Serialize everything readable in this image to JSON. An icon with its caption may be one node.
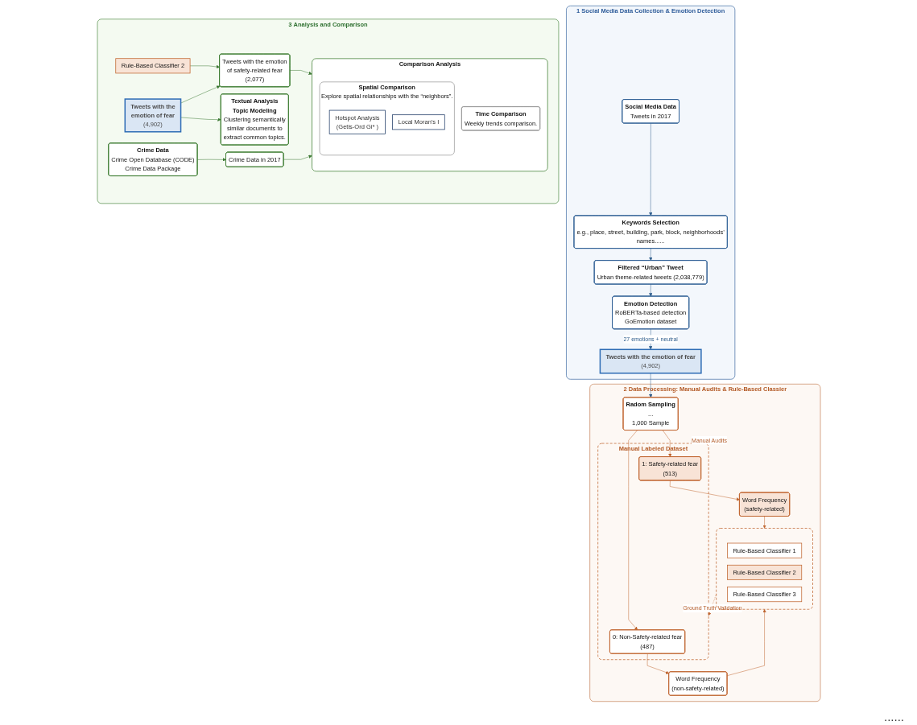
{
  "diagram": {
    "nodes": [
      {
        "text": [
          "1",
          "Social Media Data Collection & Emotion Detection"
        ]
      },
      {
        "text": [
          "Social Media Data",
          "Tweets in 2017"
        ],
        "in": 0
      },
      {
        "text": [
          "Keywords Selection",
          "e.g., place, street, building, park, block, neighborhoods’ names......"
        ],
        "in": 0
      },
      {
        "text": [
          "Filtered “Urban” Tweet",
          "Urban theme-related tweets (2,038,779)"
        ],
        "in": 0
      },
      {
        "text": [
          "Emotion Detection",
          "RoBERTa-based detection",
          "GoEmotion dataset"
        ],
        "in": 0
      },
      {
        "text": [
          "Tweets with the emotion of fear",
          "(4,902)"
        ],
        "in": 0
      },
      {
        "text": [
          "2",
          "Data Processing: Manual Audits & Rule-Based Classier"
        ]
      },
      {
        "text": [
          "Radom Sampling",
          "...",
          "1,000 Sample"
        ],
        "in": 6
      },
      {
        "text": [
          "Manual Labeled Dataset"
        ],
        "in": 6
      },
      {
        "text": [
          "1: Safety-related fear",
          "(513)"
        ],
        "in": 8
      },
      {
        "text": [
          "0: Non-Safety-related fear",
          "(487)"
        ],
        "in": 8
      },
      {
        "text": [
          "Word Frequency",
          "(safety-related)"
        ],
        "in": 6
      },
      {
        "text": [
          "Word Frequency",
          "(non-safety-related)"
        ],
        "in": 6
      },
      {
        "text": [],
        "shape": "box",
        "in": 6
      },
      {
        "text": [
          "Rule-Based Classifier 1"
        ],
        "in": 13
      },
      {
        "text": [
          "Rule-Based Classifier 2"
        ],
        "in": 13
      },
      {
        "text": [
          "Rule-Based Classifier 3"
        ],
        "in": 13
      },
      {
        "text": [
          "3",
          "Analysis and Comparison"
        ]
      },
      {
        "text": [
          "Rule-Based Classifier 2"
        ],
        "in": 17
      },
      {
        "text": [
          "Tweets with the emotion of fear",
          "(4,902)"
        ],
        "in": 17
      },
      {
        "text": [
          "Tweets with the emotion of safety-related fear",
          "(2,077)"
        ],
        "in": 17
      },
      {
        "text": [
          "Crime Data",
          "Crime Open Database (CODE)",
          "Crime Data Package"
        ],
        "in": 17
      },
      {
        "text": [
          "Crime Data in 2017"
        ],
        "in": 17
      },
      {
        "text": [
          "Textual Analysis",
          "Topic Modeling",
          "Clustering semantically similar documents to extract common topics."
        ],
        "in": 17
      },
      {
        "text": [
          "Comparison Analysis"
        ],
        "in": 17
      },
      {
        "text": [
          "Time Comparison",
          "Weekly trends comparison."
        ],
        "in": 24
      },
      {
        "text": [
          "Spatial Comparison",
          "Explore spatial relationships with the “neighbors”."
        ],
        "in": 24
      },
      {
        "text": [
          "Hotspot Analysis (Getis-Ord Gi* )"
        ],
        "in": 26
      },
      {
        "text": [
          "Local Moran’s I"
        ],
        "in": 26
      }
    ],
    "edges": [
      {
        "from": 1,
        "to": 2,
        "arrow": "to",
        "color": "#2e5d8c"
      },
      {
        "from": 2,
        "to": 3,
        "arrow": "to",
        "color": "#2e5d8c"
      },
      {
        "from": 3,
        "to": 4,
        "arrow": "to",
        "color": "#2e5d8c"
      },
      {
        "from": 4,
        "to": 5,
        "arrow": "to",
        "label": "27 emotions + neutral",
        "color": "#2e5d8c"
      },
      {
        "from": 5,
        "to": 7,
        "arrow": "to",
        "color": "#2e5d8c"
      },
      {
        "from": 7,
        "to": 9,
        "arrow": "to",
        "label": "Manual Audits"
      },
      {
        "from": 7,
        "to": 10,
        "arrow": "to"
      },
      {
        "from": 9,
        "to": 11,
        "arrow": "to"
      },
      {
        "from": 10,
        "to": 12,
        "arrow": "to"
      },
      {
        "from": 11,
        "to": 13,
        "arrow": "to"
      },
      {
        "from": 12,
        "to": 13,
        "arrow": "to"
      },
      {
        "from": 13,
        "to": 8,
        "arrow": "to",
        "label": "Ground Truth Validation",
        "style": "dashed"
      },
      {
        "from": 18,
        "to": 20,
        "arrow": "to",
        "color": "#3d7a35"
      },
      {
        "from": 19,
        "to": 20,
        "arrow": "to",
        "color": "#3d7a35"
      },
      {
        "from": 19,
        "to": 23,
        "arrow": "to",
        "color": "#3d7a35"
      },
      {
        "from": 21,
        "to": 22,
        "arrow": "to",
        "color": "#3d7a35"
      },
      {
        "from": 20,
        "to": 24,
        "arrow": "to",
        "color": "#3d7a35"
      },
      {
        "from": 22,
        "to": 24,
        "arrow": "to",
        "color": "#3d7a35"
      }
    ],
    "labels": [
      "......"
    ]
  }
}
